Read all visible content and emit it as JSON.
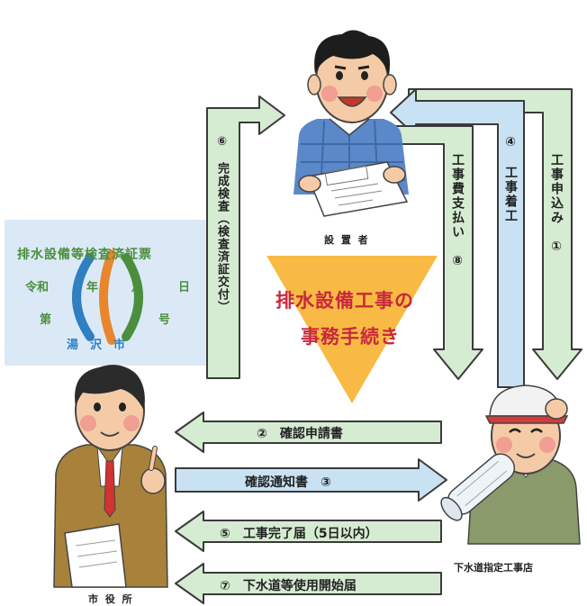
{
  "cert": {
    "title": "排水設備等検査済証票",
    "reiwa": "令和",
    "year": "年",
    "month": "月",
    "day": "日",
    "dai": "第",
    "go": "号",
    "city": "湯　沢　市"
  },
  "roles": {
    "owner": "設 置 者",
    "city_office": "市 役 所",
    "contractor": "下水道指定工事店"
  },
  "center_title": {
    "line1": "排水設備工事の",
    "line2": "事務手続き"
  },
  "steps": {
    "s1": "工事申込み　①",
    "s4": "④　工事着工",
    "s8": "工事費支払い　⑧",
    "s6": "⑥　完成検査（検査済証交付）",
    "s2": "②　確認申請書",
    "s3": "確認通知書　③",
    "s5": "⑤　工事完了届（5日以内）",
    "s7": "⑦　下水道等使用開始届"
  },
  "colors": {
    "arrow_green": "#d6ecd2",
    "arrow_blue": "#c8e2f3",
    "arrow_stroke": "#3a3a3a",
    "triangle": "#f7b434",
    "title_red": "#c8283c",
    "cert_bg": "#dbe9f7",
    "cert_green": "#4b8e3c",
    "cert_blue": "#2f7fc2",
    "cert_orange": "#e8862d"
  }
}
